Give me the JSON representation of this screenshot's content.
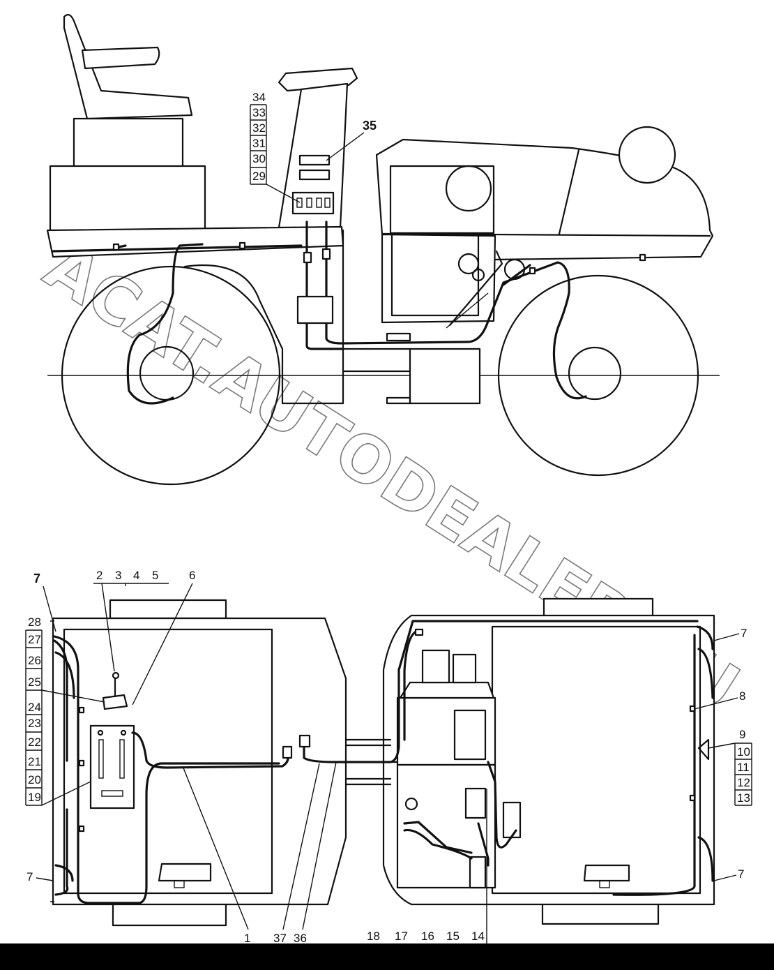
{
  "watermark": "ACAT.AUTODEALER.RU",
  "colors": {
    "ink": "#111111",
    "background": "#ffffff",
    "watermark": "#7a7a7a",
    "bar": "#000000"
  },
  "side_view": {
    "callouts": {
      "c34": "34",
      "c33": "33",
      "c32": "32",
      "c31": "31",
      "c30": "30",
      "c29": "29",
      "c35": "35"
    }
  },
  "top_view": {
    "callouts": {
      "c2": "2",
      "c3": "3",
      "c4": "4",
      "c5": "5",
      "c6": "6",
      "c7a": "7",
      "c7b": "7",
      "c7c": "7",
      "c7d": "7",
      "c28": "28",
      "c27": "27",
      "c26": "26",
      "c25": "25",
      "c24": "24",
      "c23": "23",
      "c22": "22",
      "c21": "21",
      "c20": "20",
      "c19": "19",
      "c8": "8",
      "c9": "9",
      "c10": "10",
      "c11": "11",
      "c12": "12",
      "c13": "13",
      "c1": "1",
      "c37": "37",
      "c36": "36",
      "c18": "18",
      "c17": "17",
      "c16": "16",
      "c15": "15",
      "c14": "14"
    }
  }
}
